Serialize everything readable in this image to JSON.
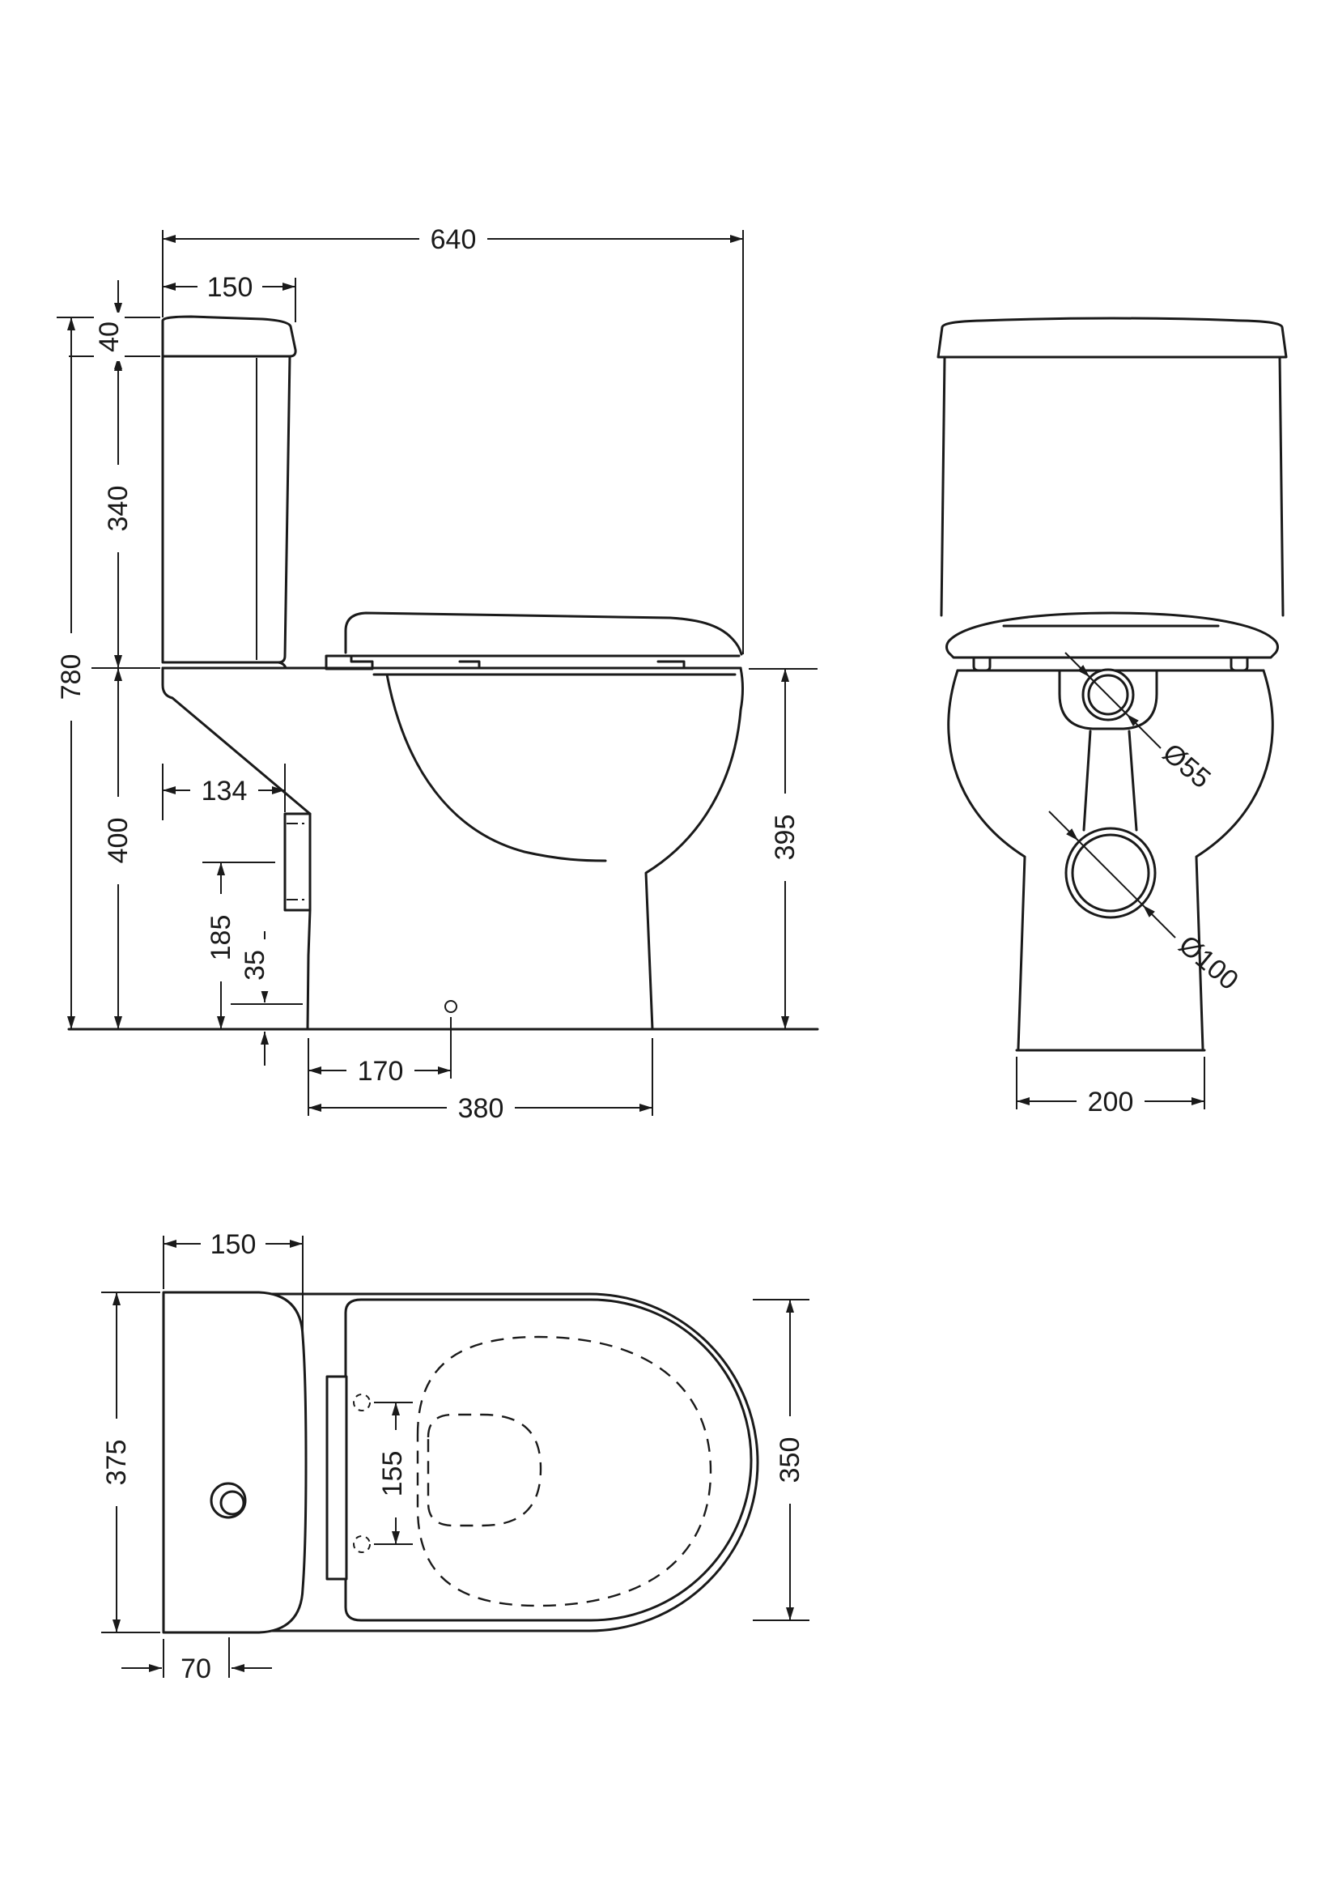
{
  "drawing": {
    "type": "toilet-technical-drawing",
    "line_color": "#1a1a1a",
    "background": "#ffffff"
  },
  "dims": {
    "side": {
      "overall_depth": "640",
      "cistern_depth": "150",
      "lid_height": "40",
      "tank_height": "340",
      "overall_height": "780",
      "pan_height": "400",
      "outlet_offset": "134",
      "outlet_height": "185",
      "fixing_height": "35",
      "fixing_offset": "170",
      "base_depth": "380",
      "rim_height": "395"
    },
    "front": {
      "inlet_dia": "Ø55",
      "outlet_dia": "Ø100",
      "base_width": "200"
    },
    "plan": {
      "cistern_depth": "150",
      "cistern_width": "375",
      "hinge_spacing": "155",
      "seat_width": "350",
      "rear_gap": "70"
    }
  }
}
